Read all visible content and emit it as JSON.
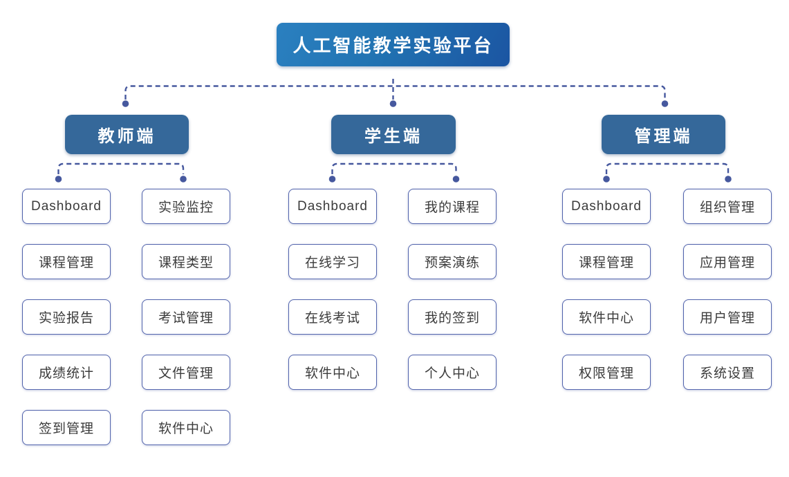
{
  "root": {
    "label": "人工智能教学实验平台"
  },
  "sections": [
    {
      "label": "教师端",
      "columns": [
        [
          "Dashboard",
          "课程管理",
          "实验报告",
          "成绩统计",
          "签到管理"
        ],
        [
          "实验监控",
          "课程类型",
          "考试管理",
          "文件管理",
          "软件中心"
        ]
      ]
    },
    {
      "label": "学生端",
      "columns": [
        [
          "Dashboard",
          "在线学习",
          "在线考试",
          "软件中心"
        ],
        [
          "我的课程",
          "预案演练",
          "我的签到",
          "个人中心"
        ]
      ]
    },
    {
      "label": "管理端",
      "columns": [
        [
          "Dashboard",
          "课程管理",
          "软件中心",
          "权限管理"
        ],
        [
          "组织管理",
          "应用管理",
          "用户管理",
          "系统设置"
        ]
      ]
    }
  ],
  "colors": {
    "root_gradient_start": "#2B80C0",
    "root_gradient_end": "#1B55A2",
    "branch_background": "#35689A",
    "leaf_border": "#5163AC",
    "leaf_text": "#3B3B3B",
    "connector": "#46589E",
    "background": "#FFFFFF"
  }
}
